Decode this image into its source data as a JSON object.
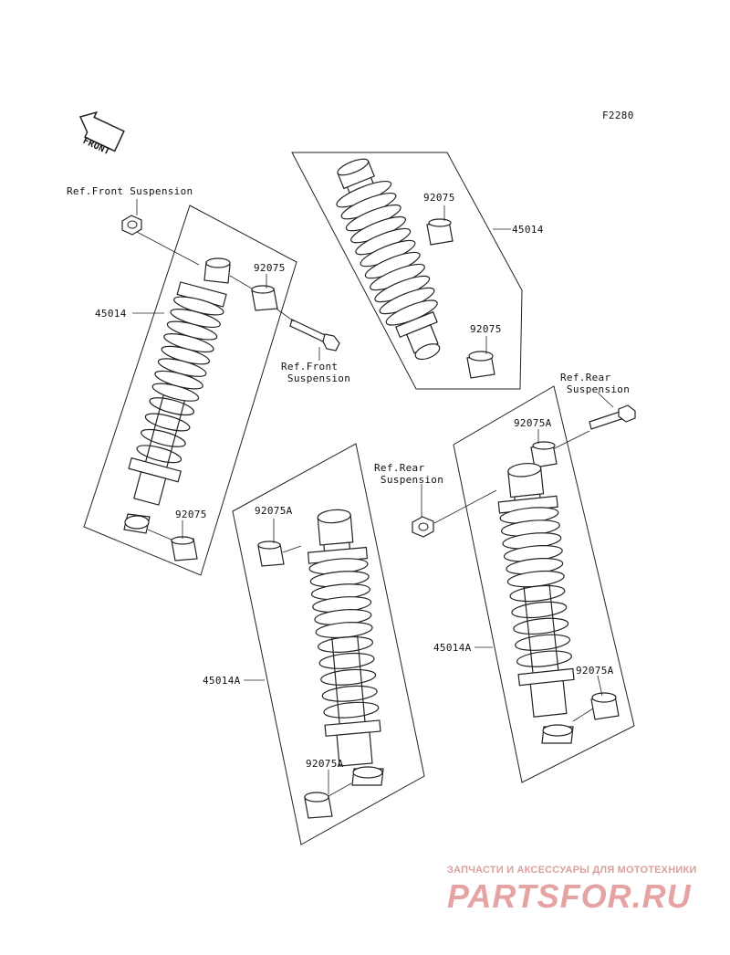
{
  "figure_code": "F2280",
  "front_arrow": "FRONT",
  "labels": {
    "ref_front_susp_top": "Ref.Front Suspension",
    "ref_front_susp_mid": "Ref.Front\n Suspension",
    "ref_rear_susp_left": "Ref.Rear\n Suspension",
    "ref_rear_susp_right": "Ref.Rear\n Suspension",
    "p45014_front_left": "45014",
    "p45014_front_right": "45014",
    "p45014a_rear_left": "45014A",
    "p45014a_rear_right": "45014A",
    "p92075_a": "92075",
    "p92075_b": "92075",
    "p92075_c": "92075",
    "p92075_d": "92075",
    "p92075a_a": "92075A",
    "p92075a_b": "92075A",
    "p92075a_c": "92075A",
    "p92075a_d": "92075A"
  },
  "watermark": {
    "tagline": "ЗАПЧАСТИ И АКСЕССУАРЫ ДЛЯ МОТОТЕХНИКИ",
    "logo": "PARTSFOR.RU",
    "color": "#e6a3a3"
  }
}
